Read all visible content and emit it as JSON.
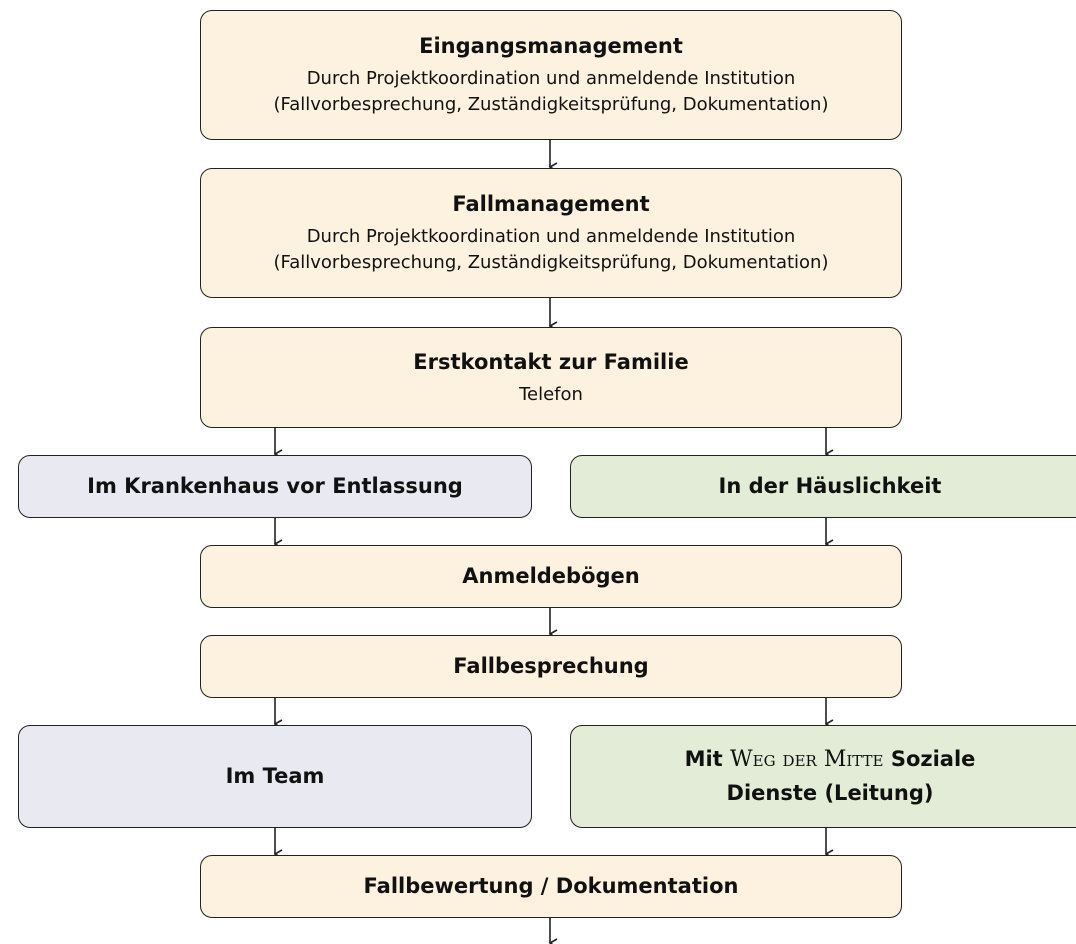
{
  "boxes": {
    "eingang": {
      "title": "Eingangsmanagement",
      "line1": "Durch Projektkoordination und anmeldende Institution",
      "line2": "(Fallvorbesprechung, Zuständigkeitsprüfung, Dokumentation)"
    },
    "fall": {
      "title": "Fallmanagement",
      "line1": "Durch Projektkoordination und anmeldende Institution",
      "line2": "(Fallvorbesprechung, Zuständigkeitsprüfung, Dokumentation)"
    },
    "erstkontakt": {
      "title": "Erstkontakt zur Familie",
      "sub": "Telefon"
    },
    "krankenhaus": {
      "title": "Im Krankenhaus vor Entlassung"
    },
    "haeuslichkeit": {
      "title": "In der Häuslichkeit"
    },
    "anmelde": {
      "title": "Anmeldebögen"
    },
    "fallbesprechung": {
      "title": "Fallbesprechung"
    },
    "team": {
      "title": "Im Team"
    },
    "mit": {
      "prefix": "Mit",
      "org": "Weg der Mitte",
      "suffix": "Soziale",
      "line2": "Dienste (Leitung)"
    },
    "bewertung": {
      "title": "Fallbewertung / Dokumentation"
    }
  },
  "colors": {
    "peach": "#fdf1e0",
    "grey": "#e9eaf1",
    "green": "#e3ecd6",
    "border": "#222222"
  }
}
